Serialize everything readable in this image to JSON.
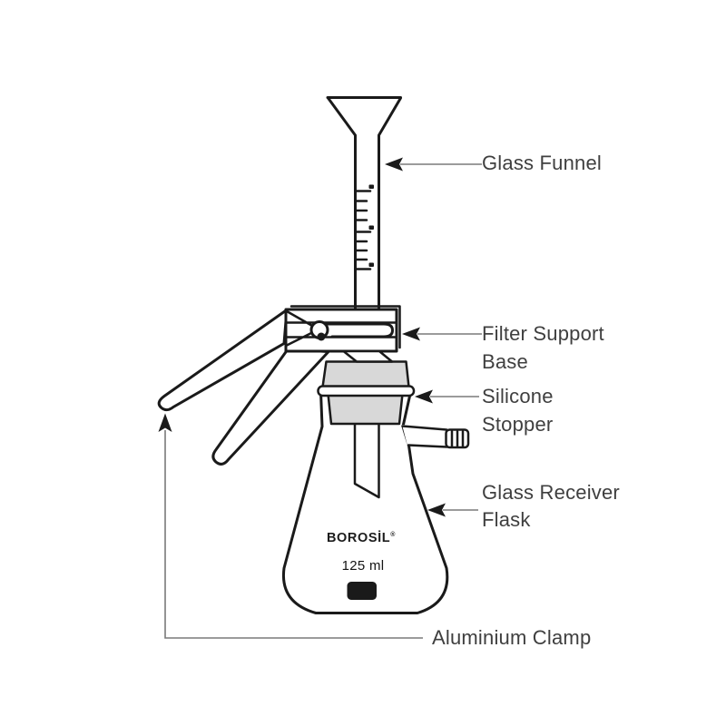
{
  "labels": {
    "glass_funnel": "Glass Funnel",
    "filter_support_line1": "Filter Support",
    "filter_support_line2": "Base",
    "silicone_line1": "Silicone",
    "silicone_line2": "Stopper",
    "receiver_line1": "Glass Receiver",
    "receiver_line2": "Flask",
    "aluminium_clamp": "Aluminium Clamp"
  },
  "flask_markings": {
    "brand": "BOROSİL",
    "brand_mark": "®",
    "capacity": "125 ml"
  },
  "colors": {
    "outline": "#1a1a1a",
    "stopper_fill": "#d8d8d8",
    "label_text": "#3f3f3f",
    "leader_line": "#7a7a7a"
  }
}
